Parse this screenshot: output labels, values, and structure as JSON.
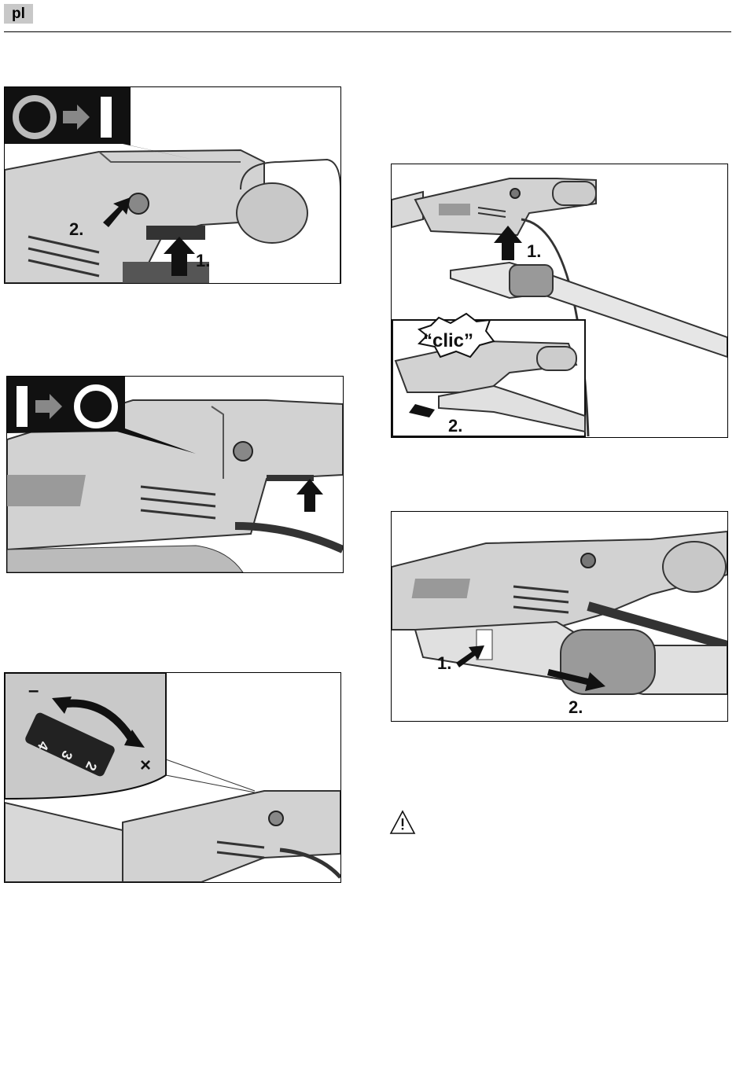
{
  "header": {
    "language": "pl"
  },
  "fig_switch_on": {
    "step1": "1.",
    "step2": "2."
  },
  "fig_attach": {
    "step1": "1.",
    "step2": "2.",
    "sound": "“clic”"
  },
  "fig_speed": {
    "minus": "–",
    "plus": "×",
    "digits": [
      "4",
      "3",
      "2"
    ]
  },
  "fig_detach": {
    "step1": "1.",
    "step2": "2."
  }
}
